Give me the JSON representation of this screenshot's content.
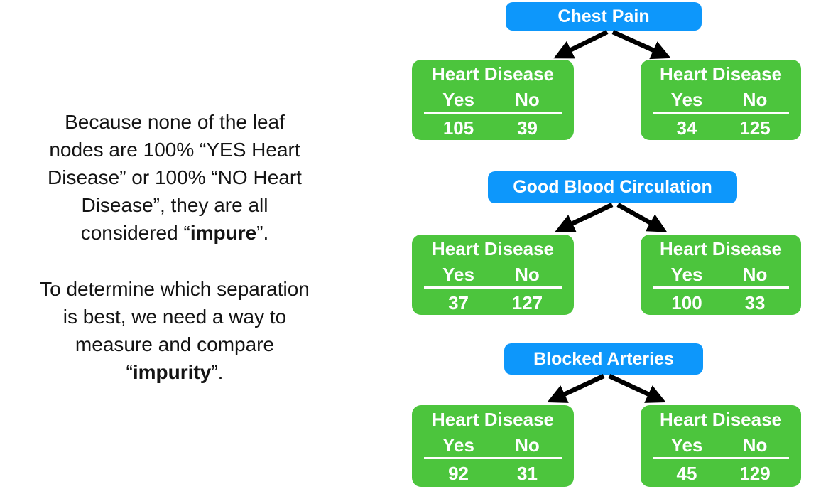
{
  "colors": {
    "root_blue": "#0d97fb",
    "leaf_green": "#4cc53d",
    "arrow_black": "#000000",
    "box_text_white": "#ffffff",
    "body_text_black": "#141414",
    "background": "#ffffff"
  },
  "left_text": {
    "p1_lines": [
      "Because none of the leaf",
      "nodes are 100% “YES Heart",
      "Disease” or 100% “NO Heart",
      "Disease”, they are all"
    ],
    "p1_last_pre": "considered “",
    "p1_last_bold": "impure",
    "p1_last_post": "”.",
    "p2_lines": [
      "To determine which separation",
      "is best, we need a way to",
      "measure and compare"
    ],
    "p2_last_pre": "“",
    "p2_last_bold": "impurity",
    "p2_last_post": "”."
  },
  "leaf_title": "Heart Disease",
  "yes_label": "Yes",
  "no_label": "No",
  "trees": [
    {
      "root_label": "Chest Pain",
      "left_leaf": {
        "yes": "105",
        "no": "39"
      },
      "right_leaf": {
        "yes": "34",
        "no": "125"
      }
    },
    {
      "root_label": "Good Blood Circulation",
      "left_leaf": {
        "yes": "37",
        "no": "127"
      },
      "right_leaf": {
        "yes": "100",
        "no": "33"
      }
    },
    {
      "root_label": "Blocked Arteries",
      "left_leaf": {
        "yes": "92",
        "no": "31"
      },
      "right_leaf": {
        "yes": "45",
        "no": "129"
      }
    }
  ]
}
